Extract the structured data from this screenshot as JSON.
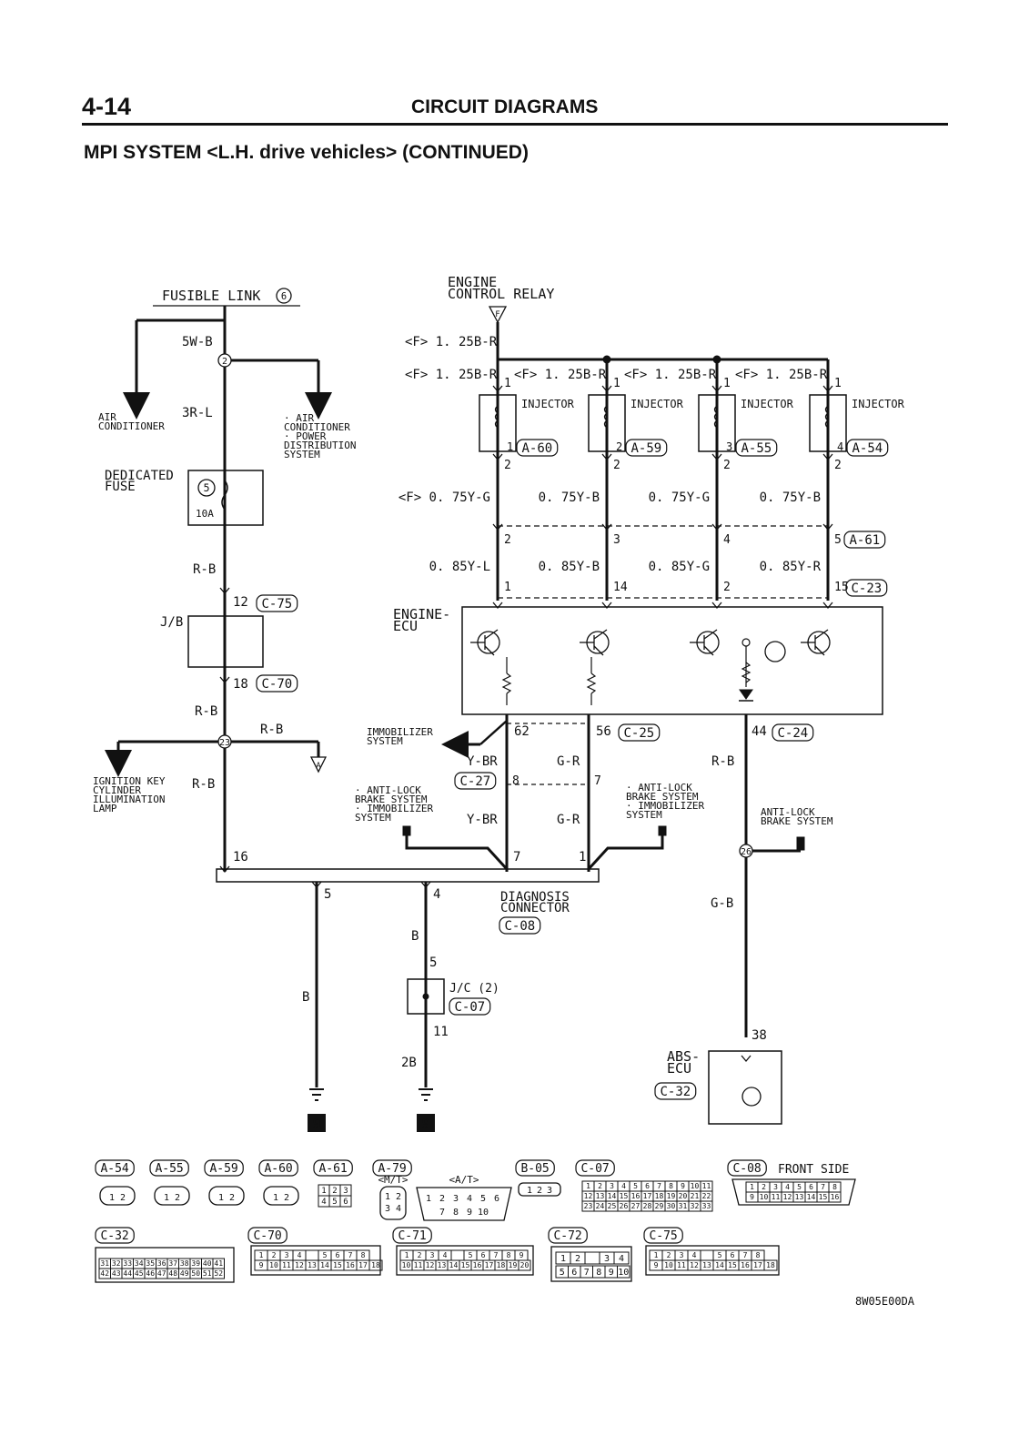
{
  "header": {
    "page_number": "4-14",
    "section_title": "CIRCUIT DIAGRAMS",
    "subtitle": "MPI SYSTEM <L.H. drive vehicles> (CONTINUED)"
  },
  "diagram": {
    "fusible_link": "FUSIBLE LINK",
    "fusible_link_num": "6",
    "air_conditioner": [
      "AIR",
      "CONDITIONER"
    ],
    "air_cond_power": [
      "· AIR",
      "CONDITIONER",
      "· POWER",
      "DISTRIBUTION",
      "SYSTEM"
    ],
    "dedicated_fuse": [
      "DEDICATED",
      "FUSE"
    ],
    "fuse_num": "5",
    "fuse_amp": "10A",
    "junction_2": "2",
    "junction_23": "23",
    "junction_26": "26",
    "jb": "J/B",
    "ignition_key": [
      "IGNITION KEY",
      "CYLINDER",
      "ILLUMINATION",
      "LAMP"
    ],
    "engine_control_relay": [
      "ENGINE",
      "CONTROL RELAY"
    ],
    "relay_flag": "F",
    "injector": "INJECTOR",
    "engine_ecu": [
      "ENGINE-",
      "ECU"
    ],
    "immobilizer": [
      "IMMOBILIZER",
      "SYSTEM"
    ],
    "antilock_immob_left": [
      "· ANTI-LOCK",
      "BRAKE SYSTEM",
      "· IMMOBILIZER",
      "SYSTEM"
    ],
    "antilock_immob_right": [
      "· ANTI-LOCK",
      "BRAKE SYSTEM",
      "· IMMOBILIZER",
      "SYSTEM"
    ],
    "antilock_abs": [
      "ANTI-LOCK",
      "BRAKE SYSTEM"
    ],
    "diagnosis_connector": [
      "DIAGNOSIS",
      "CONNECTOR"
    ],
    "jc2": "J/C (2)",
    "abs_ecu": [
      "ABS-",
      "ECU"
    ],
    "ground_symbol": "9",
    "front_side": "FRONT SIDE",
    "mt": "<M/T>",
    "at": "<A/T>",
    "figure_code": "8W05E00DA",
    "wires": {
      "w5wb": "5W-B",
      "w3rl": "3R-L",
      "wrb1": "R-B",
      "wrb2": "R-B",
      "wrb3": "R-B",
      "wrb4": "R-B",
      "wrb5": "R-B",
      "relay_a": "<F> 1. 25B-R",
      "relay_b": "<F> 1. 25B-R",
      "inj2_in": "<F> 1. 25B-R",
      "inj3_in": "<F> 1. 25B-R",
      "inj4_in": "<F> 1. 25B-R",
      "inj1_out": "<F> 0. 75Y-G",
      "inj2_out": "0. 75Y-B",
      "inj3_out": "0. 75Y-G",
      "inj4_out": "0. 75Y-B",
      "ecu1": "0. 85Y-L",
      "ecu2": "0. 85Y-B",
      "ecu3": "0. 85Y-G",
      "ecu4": "0. 85Y-R",
      "ybr1": "Y-BR",
      "ybr2": "Y-BR",
      "gr1": "G-R",
      "gr2": "G-R",
      "gb": "G-B",
      "b1": "B",
      "b2": "B",
      "b2b": "2B"
    },
    "connectors": {
      "a60": "A-60",
      "a59": "A-59",
      "a55": "A-55",
      "a54": "A-54",
      "a61": "A-61",
      "c23": "C-23",
      "c75": "C-75",
      "c70": "C-70",
      "c25": "C-25",
      "c24": "C-24",
      "c27": "C-27",
      "c08": "C-08",
      "c07": "C-07",
      "c32": "C-32"
    },
    "pins": {
      "p12": "12",
      "p18": "18",
      "p16": "16",
      "p5": "5",
      "p4": "4",
      "p5b": "5",
      "p11": "11",
      "p38": "38",
      "p62": "62",
      "p56": "56",
      "p44": "44",
      "p8": "8",
      "p7": "7",
      "p7b": "7",
      "p1b": "1",
      "inj_in": [
        "1",
        "1",
        "1",
        "1"
      ],
      "inj_out": [
        "2",
        "2",
        "2",
        "2"
      ],
      "inj_no": [
        "1",
        "2",
        "3",
        "4"
      ],
      "a61_pins": [
        "2",
        "3",
        "4",
        "5"
      ],
      "ecu_pins": [
        "1",
        "14",
        "2",
        "15"
      ]
    }
  },
  "legend": {
    "row1_labels": [
      "A-54",
      "A-55",
      "A-59",
      "A-60",
      "A-61",
      "A-79",
      "B-05",
      "C-07",
      "C-08"
    ],
    "row2_labels": [
      "C-32",
      "C-70",
      "C-71",
      "C-72",
      "C-75"
    ],
    "two_pin": [
      "1",
      "2"
    ],
    "a61_grid": [
      "1",
      "2",
      "3",
      "4",
      "5",
      "6"
    ],
    "a79_mt": [
      "1",
      "2",
      "3",
      "4"
    ],
    "a79_at_top": [
      "1",
      "2",
      "3",
      "4",
      "5",
      "6"
    ],
    "a79_at_bottom": [
      "7",
      "8",
      "9",
      "10"
    ],
    "b05": [
      "1",
      "2",
      "3"
    ],
    "c07_row1": [
      "1",
      "2",
      "3",
      "4",
      "5",
      "6",
      "7",
      "8",
      "9",
      "10",
      "11"
    ],
    "c07_row2": [
      "12",
      "13",
      "14",
      "15",
      "16",
      "17",
      "18",
      "19",
      "20",
      "21",
      "22"
    ],
    "c07_row3": [
      "23",
      "24",
      "25",
      "26",
      "27",
      "28",
      "29",
      "30",
      "31",
      "32",
      "33"
    ],
    "c08_row1": [
      "1",
      "2",
      "3",
      "4",
      "5",
      "6",
      "7",
      "8"
    ],
    "c08_row2": [
      "9",
      "10",
      "11",
      "12",
      "13",
      "14",
      "15",
      "16"
    ],
    "c32_row1": [
      "31",
      "32",
      "33",
      "34",
      "35",
      "36",
      "37",
      "38",
      "39",
      "40",
      "41"
    ],
    "c32_row2": [
      "42",
      "43",
      "44",
      "45",
      "46",
      "47",
      "48",
      "49",
      "50",
      "51",
      "52"
    ],
    "c70_row1": [
      "1",
      "2",
      "3",
      "4",
      "",
      "5",
      "6",
      "7",
      "8"
    ],
    "c70_row2": [
      "9",
      "10",
      "11",
      "12",
      "13",
      "14",
      "15",
      "16",
      "17",
      "18"
    ],
    "c71_row1": [
      "1",
      "2",
      "3",
      "4",
      "",
      "5",
      "6",
      "7",
      "8",
      "9"
    ],
    "c71_row2": [
      "10",
      "11",
      "12",
      "13",
      "14",
      "15",
      "16",
      "17",
      "18",
      "19",
      "20"
    ],
    "c72_row1": [
      "1",
      "2",
      "",
      "3",
      "4"
    ],
    "c72_row2": [
      "5",
      "6",
      "7",
      "8",
      "9",
      "10"
    ],
    "c75_row1": [
      "1",
      "2",
      "3",
      "4",
      "",
      "5",
      "6",
      "7",
      "8"
    ],
    "c75_row2": [
      "9",
      "10",
      "11",
      "12",
      "13",
      "14",
      "15",
      "16",
      "17",
      "18"
    ]
  }
}
